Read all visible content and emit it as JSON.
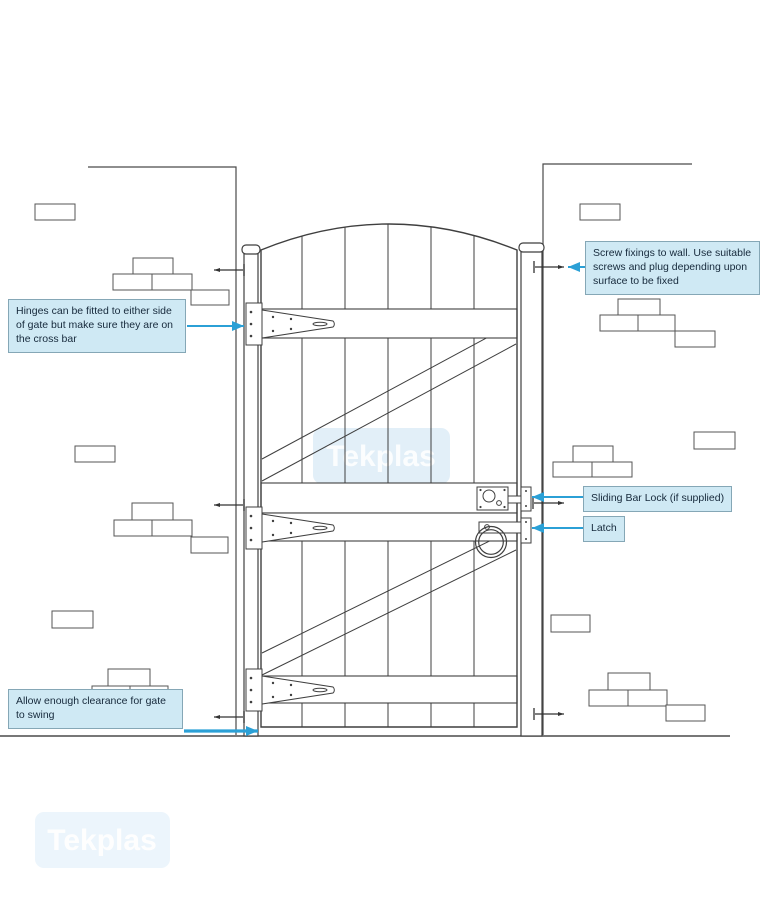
{
  "diagram": {
    "title_semantic": "wooden-gate-installation-diagram",
    "brand": "Tekplas",
    "watermarks": {
      "center": "Tekplas",
      "bottom": "Tekplas"
    },
    "callouts": [
      {
        "id": "hinges",
        "text": "Hinges can be fitted to either side of gate but make sure they are on the cross bar"
      },
      {
        "id": "screw-fixings",
        "text": "Screw fixings to wall. Use suitable screws and plug depending upon surface to be fixed"
      },
      {
        "id": "sliding-bar-lock",
        "text": "Sliding Bar Lock (if supplied)"
      },
      {
        "id": "latch",
        "text": "Latch"
      },
      {
        "id": "clearance",
        "text": "Allow enough clearance for gate to swing"
      }
    ],
    "parts": [
      "gate",
      "arched-top",
      "vertical-boards",
      "cross-bars",
      "diagonal-braces",
      "strap-hinge",
      "sliding-bar-lock",
      "latch-ring",
      "gate-posts",
      "brick-walls",
      "wall-screws",
      "ground-line"
    ],
    "colors": {
      "line": "#3f3f3f",
      "wall_line": "#4a4a4a",
      "arrow_blue": "#2ba0d6",
      "callout_fill": "#cfe9f4",
      "callout_border": "#85a7b6",
      "callout_text": "#16293b",
      "watermark_fill": "#cfe5f4",
      "watermark_text": "#ffffff"
    }
  }
}
